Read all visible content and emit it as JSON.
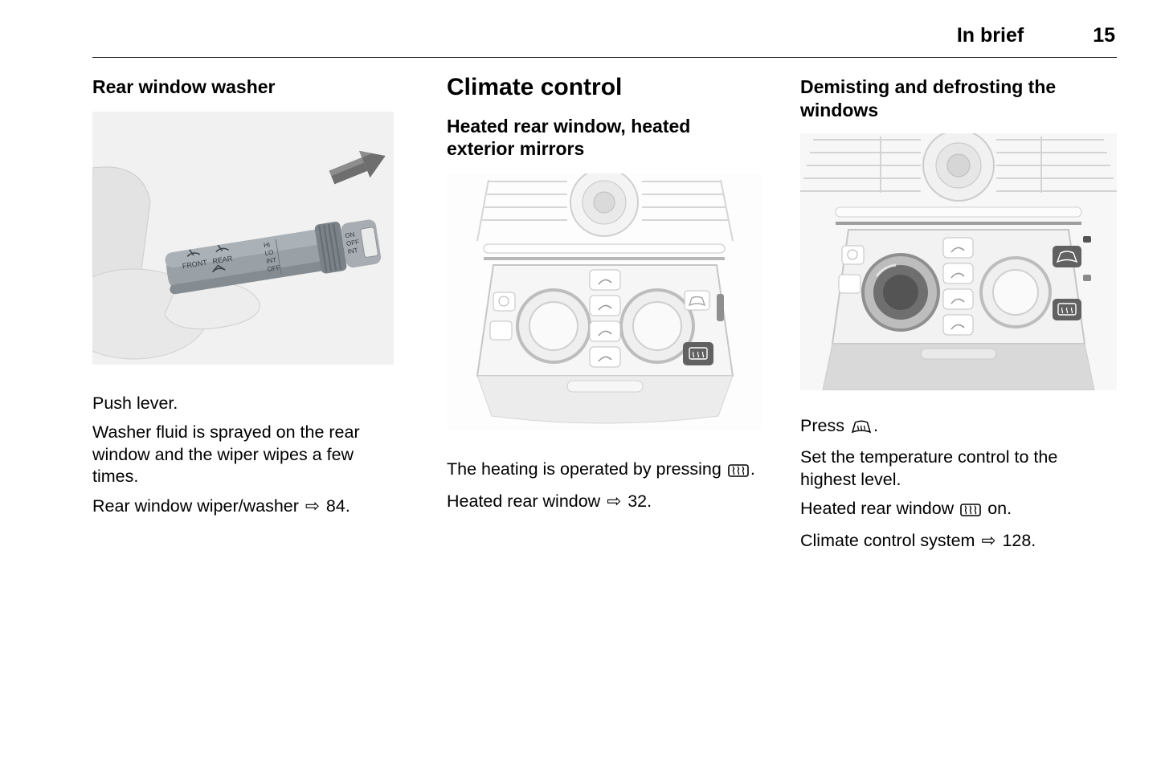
{
  "header": {
    "section_title": "In brief",
    "page_number": "15"
  },
  "icons": {
    "ref_arrow": "⇨",
    "heated_rear_window_icon": "rectangle-with-wavy-heat-arrows",
    "windscreen_demist_icon": "windshield-with-wavy-heat-arrows"
  },
  "col1": {
    "heading": "Rear window washer",
    "push_lever": "Push lever.",
    "washer_fluid": "Washer fluid is sprayed on the rear window and the wiper wipes a few times.",
    "ref_line_text": "Rear window wiper/washer",
    "ref_line_page": "84.",
    "illustration": {
      "front_label": "FRONT",
      "rear_label": "REAR",
      "hi": "HI",
      "lo": "LO",
      "int": "INT",
      "off": "OFF",
      "on2": "ON",
      "off2": "OFF",
      "int2": "INT"
    }
  },
  "col2": {
    "heading": "Climate control",
    "subheading": "Heated rear window, heated exterior mirrors",
    "p1_text": "The heating is operated by pressing",
    "p1_end": ".",
    "p2_text": "Heated rear window",
    "p2_page": "32."
  },
  "col3": {
    "heading": "Demisting and defrosting the windows",
    "p1_text": "Press",
    "p1_end": ".",
    "p2": "Set the temperature control to the highest level.",
    "p3_before": "Heated rear window",
    "p3_after": "on.",
    "p4_text": "Climate control system",
    "p4_page": "128."
  }
}
